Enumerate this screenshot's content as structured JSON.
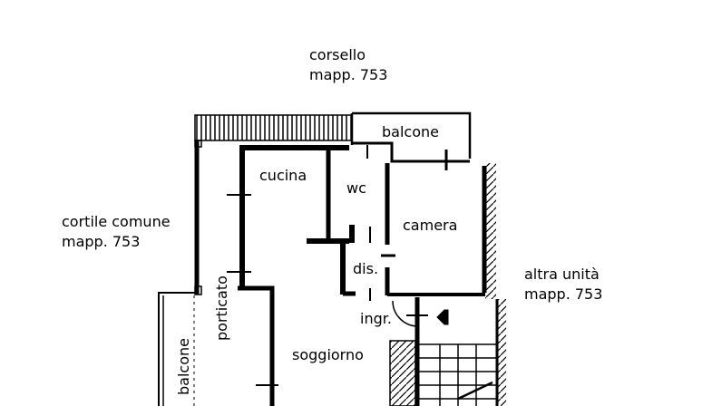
{
  "labels": {
    "corsello": "corsello",
    "corsello_mapp": "mapp. 753",
    "cortile": "cortile comune",
    "cortile_mapp": "mapp. 753",
    "altra": "altra unità",
    "altra_mapp": "mapp. 753",
    "balcone_top": "balcone",
    "cucina": "cucina",
    "wc": "wc",
    "camera": "camera",
    "dis": "dis.",
    "ingr": "ingr.",
    "soggiorno": "soggiorno",
    "porticato": "porticato",
    "balcone_left": "balcone"
  }
}
